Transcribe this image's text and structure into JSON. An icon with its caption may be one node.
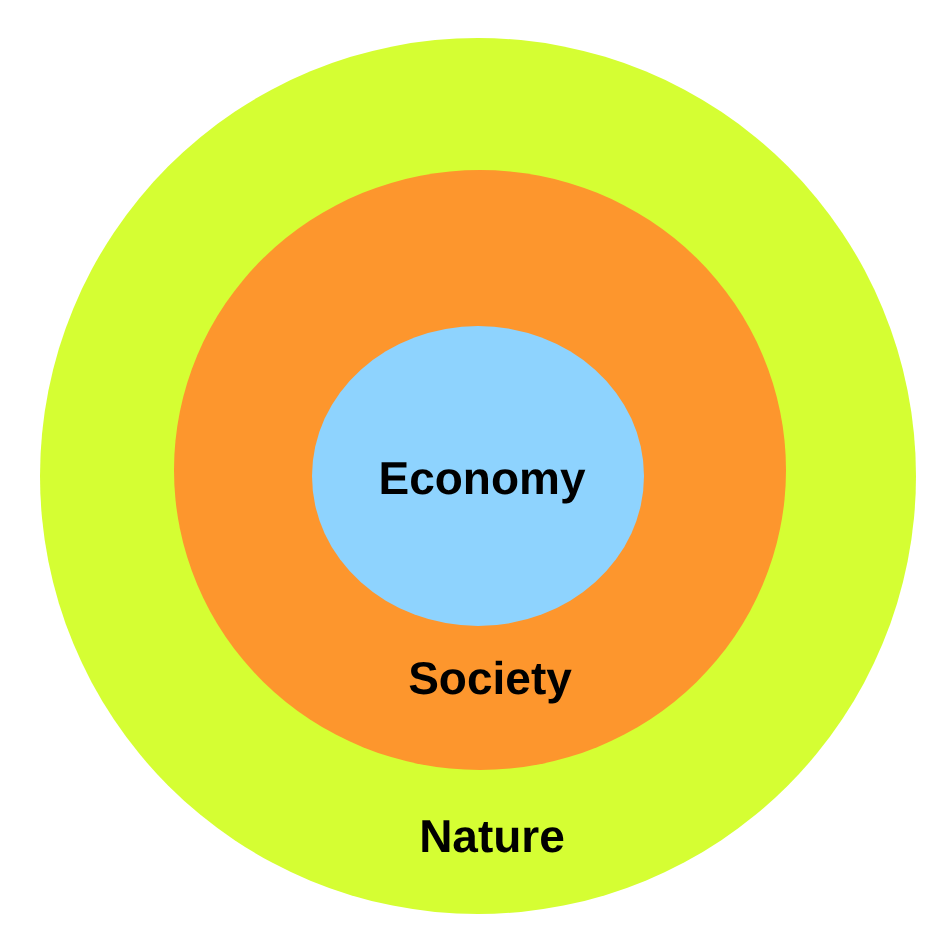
{
  "diagram": {
    "nodes": [
      {
        "text": [
          "Nature"
        ]
      },
      {
        "text": [
          "Society"
        ],
        "in": 0
      },
      {
        "text": [
          "Economy"
        ],
        "in": 1
      }
    ]
  }
}
